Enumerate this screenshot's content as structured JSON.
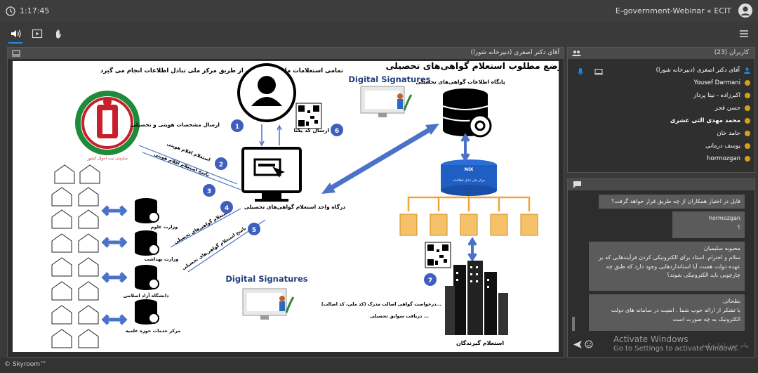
{
  "topbar": {
    "time": "1:17:45",
    "title": "E-government-Webinar « ECIT"
  },
  "slide_panel": {
    "header": "آقای دکتر اصغری (دبیرخانه شورا)"
  },
  "slide": {
    "top_left_title": "تمامی استعلامات مابین دستگاهی از طریق مرکز ملی تبادل اطلاعات انجام می گیرد",
    "main_title": "وضع مطلوب استعلام گواهی‌های تحصیلی",
    "digital_signatures_top": "Digital Signatures",
    "digital_signatures_bottom": "Digital Signatures",
    "db_label": "پایگاه اطلاعات گواهی‌های تحصیلی",
    "nix_label": "NIX",
    "nix_sub": "مرکز ملی تبادل اطلاعات",
    "portal_label": "درگاه واحد استعلام گواهی‌های تحصیلی",
    "logo_caption": "سازمان ثبت احوال کشور",
    "steps": [
      {
        "num": "1",
        "text": "ارسال مشخصات هویتی و تحصیلی"
      },
      {
        "num": "2",
        "text": "استعلام اقلام هویتی"
      },
      {
        "num": "3",
        "text": "پاسخ استعلام اقلام هویتی"
      },
      {
        "num": "4",
        "text": "استعلام گواهی‌های تحصیلی"
      },
      {
        "num": "5",
        "text": "پاسخ استعلام گواهی‌های تحصیلی"
      },
      {
        "num": "6",
        "text": "ارسال کد یکتا"
      },
      {
        "num": "7",
        "text": ""
      }
    ],
    "ministries": [
      "وزارت علوم",
      "وزارت بهداشت",
      "دانشگاه آزاد اسلامی",
      "مرکز خدمات حوزه علمیه"
    ],
    "requester_lines": [
      "درخواست گواهی اصالت مدرک (کد ملی، کد اصالت)...",
      "دریافت سوابق تحصیلی ..."
    ],
    "requester_label": "استعلام گیرندگان"
  },
  "users_panel": {
    "header": "کاربران (23)",
    "users": [
      {
        "name": "آقای دکتر اصغری (دبیرخانه شورا)",
        "icon": "presenter-icon",
        "bold": false
      },
      {
        "name": "Yousef Darmani",
        "icon": "user-icon",
        "bold": false
      },
      {
        "name": "اکبرزاده - نیتا پرداز",
        "icon": "user-icon",
        "bold": false
      },
      {
        "name": "حسن قجر",
        "icon": "user-icon",
        "bold": false
      },
      {
        "name": "محمد مهدی الثی عشری",
        "icon": "user-icon",
        "bold": true
      },
      {
        "name": "حامد خان",
        "icon": "user-icon",
        "bold": false
      },
      {
        "name": "یوسف درمانی",
        "icon": "user-icon",
        "bold": false
      },
      {
        "name": "hormozgan",
        "icon": "user-icon",
        "bold": false
      }
    ]
  },
  "chat": {
    "messages": [
      {
        "sender": "",
        "text": "فایل در اختیار همکاران از چه طریق قرار خواهد گرفت؟"
      },
      {
        "sender": "hormozgan",
        "text": "؟"
      },
      {
        "sender": "محبوبه سلیمیان",
        "text": "سلام و احترام. استاد برای الکترونیکی کردن فرآیندهایی که بر عهده دولت هست آیا استانداردهایی وجود دارد که طبق چه چارچوبی باید الکترونیکی شوند؟"
      },
      {
        "sender": "بطحائی",
        "text": "با تشکر از ارائه خوب شما . امنیت در سامانه های دولت الکترونیک به چه صورت است"
      }
    ],
    "input_placeholder": "پیام خود را وارد کنید"
  },
  "watermark": {
    "line1": "Activate Windows",
    "line2": "Go to Settings to activate Windows."
  },
  "footer": {
    "brand": "© Skyroom™"
  },
  "colors": {
    "accent": "#1e88e5",
    "step_badge": "#3f5fbf",
    "arrow_blue": "#4a72c8",
    "user_icon": "#d4a017"
  }
}
